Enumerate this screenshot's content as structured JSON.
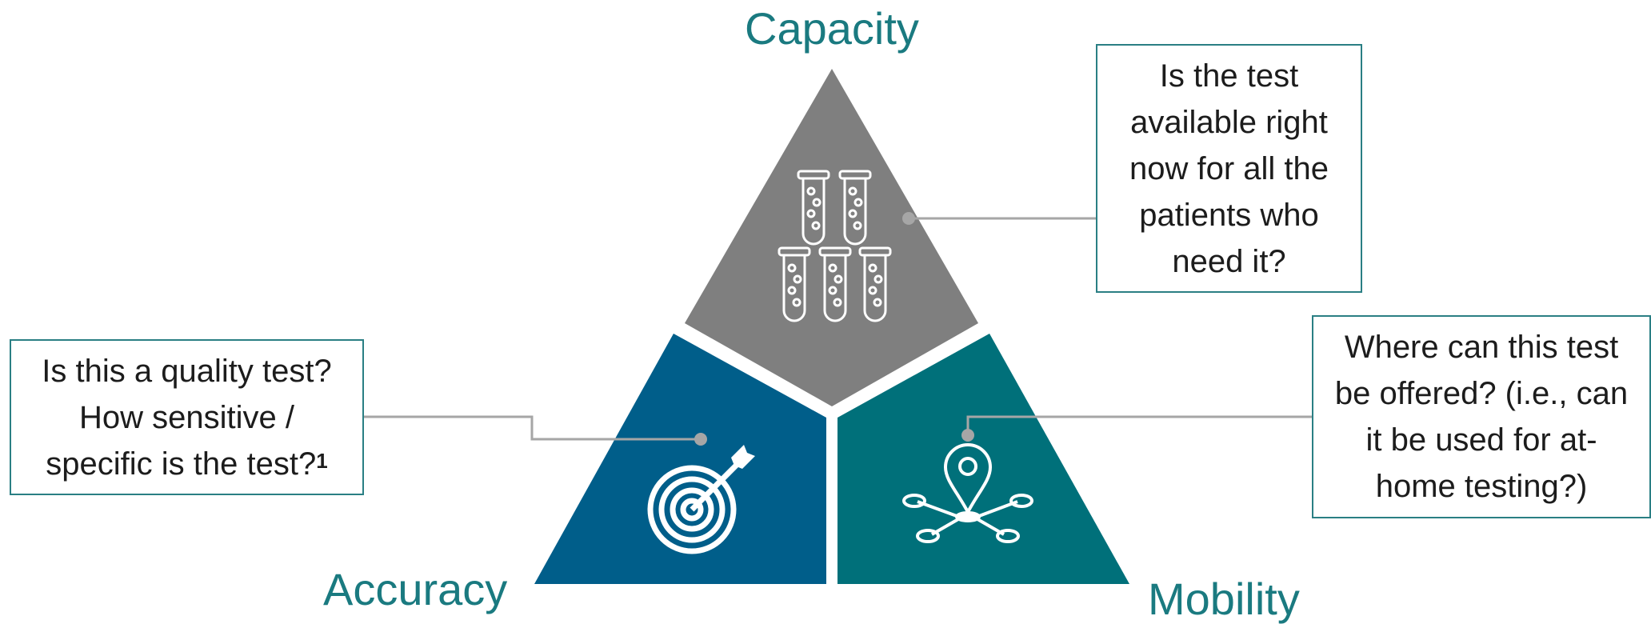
{
  "labels": {
    "capacity": "Capacity",
    "accuracy": "Accuracy",
    "mobility": "Mobility"
  },
  "callouts": {
    "capacity": [
      "Is the test",
      "available right",
      "now for all the",
      "patients who",
      "need it?"
    ],
    "accuracy": [
      "Is this a quality test?",
      "How sensitive /",
      "specific is the test?"
    ],
    "accuracy_footnote": "1",
    "mobility": [
      "Where can this test",
      "be offered? (i.e., can",
      "it be used for at-",
      "home testing?)"
    ]
  },
  "icons": {
    "capacity": "test-tubes-icon",
    "accuracy": "target-arrow-icon",
    "mobility": "location-network-icon"
  },
  "colors": {
    "capacity": "#7f7f7f",
    "accuracy": "#005e8a",
    "mobility": "#00707a",
    "label": "#1a7a80",
    "connector": "#a6a6a6"
  }
}
